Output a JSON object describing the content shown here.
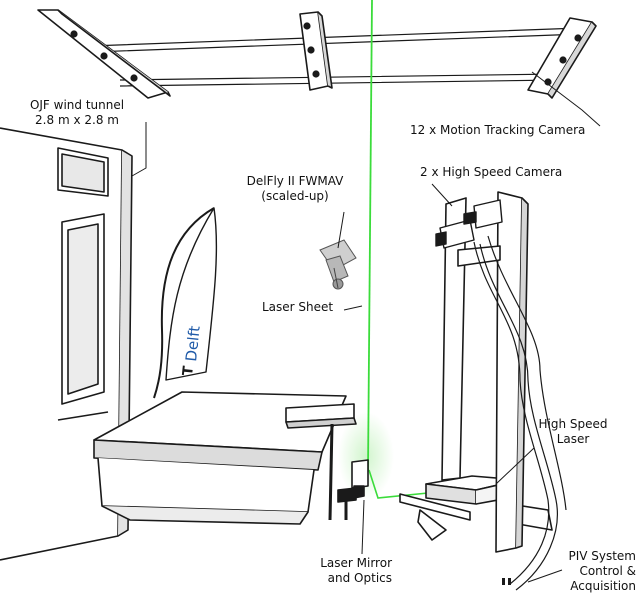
{
  "labels": {
    "wind_tunnel_line1": "OJF wind tunnel",
    "wind_tunnel_line2": "2.8 m x 2.8 m",
    "motion_cameras": "12 x Motion Tracking Camera",
    "high_speed_cameras": "2 x High Speed Camera",
    "delfly_line1": "DelFly II FWMAV",
    "delfly_line2": "(scaled-up)",
    "laser_sheet": "Laser Sheet",
    "high_speed_laser_line1": "High Speed",
    "high_speed_laser_line2": "Laser",
    "laser_mirror_line1": "Laser Mirror",
    "laser_mirror_line2": "and Optics",
    "piv_line1": "PIV System",
    "piv_line2": "Control &",
    "piv_line3": "Acquisition"
  },
  "banner": {
    "logo_text": "Delft"
  },
  "colors": {
    "laser": "#3bdc3b",
    "laser_glow": "#c9f3c4",
    "ink": "#1a1a1a",
    "logo_blue": "#1f5aa8"
  }
}
